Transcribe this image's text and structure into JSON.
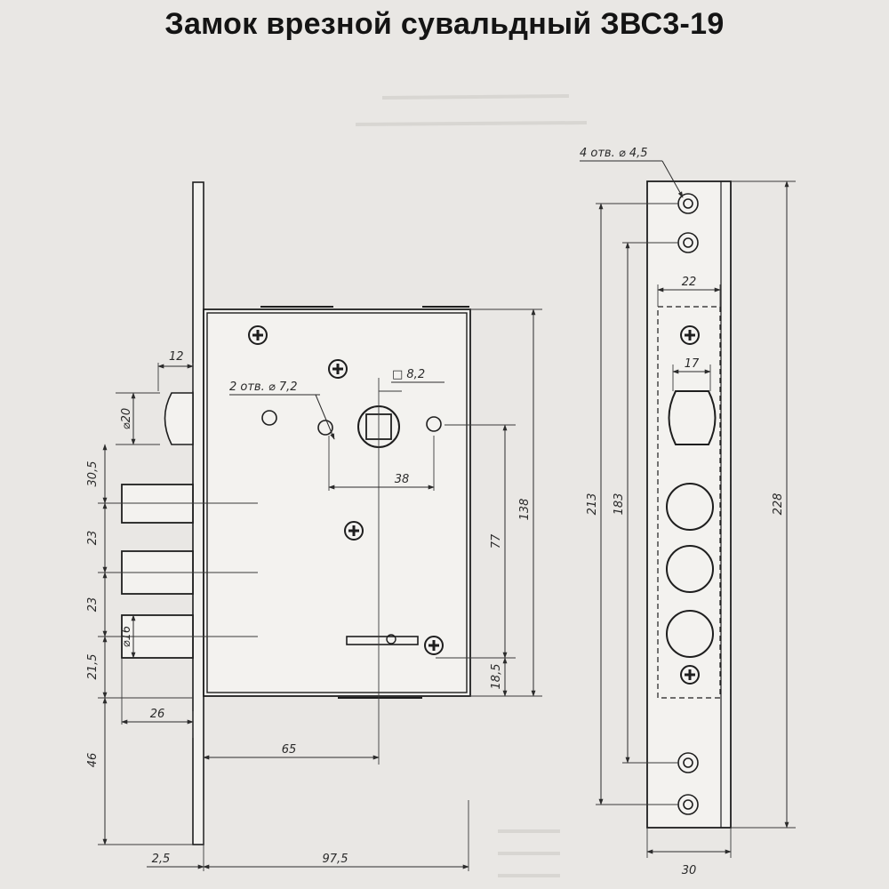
{
  "title": "Замок врезной сувальдный ЗВС3-19",
  "colors": {
    "paper": "#e9e7e4",
    "ink": "#2b2b2b"
  },
  "left_view": {
    "dims": {
      "strike_width": "12",
      "strike_dia": "⌀20",
      "bolt_offset": "30,5",
      "bolt_pitch_1": "23",
      "bolt_pitch_2": "23",
      "bolt_bottom": "21,5",
      "bolt_dia": "⌀16",
      "bolt_projection": "26",
      "bottom_offset": "46",
      "plate_thickness": "2,5",
      "overall_depth": "97,5",
      "backset": "65",
      "holes_2": "2 отв. ⌀ 7,2",
      "spindle": "□ 8,2",
      "hole_spacing": "38",
      "spindle_to_key": "77",
      "body_height": "138",
      "key_offset": "18,5"
    }
  },
  "right_view": {
    "dims": {
      "holes_4": "4 отв. ⌀ 4,5",
      "cutout_width": "22",
      "latch_width": "17",
      "height_213": "213",
      "height_183": "183",
      "height_228": "228",
      "plate_width": "30"
    }
  }
}
